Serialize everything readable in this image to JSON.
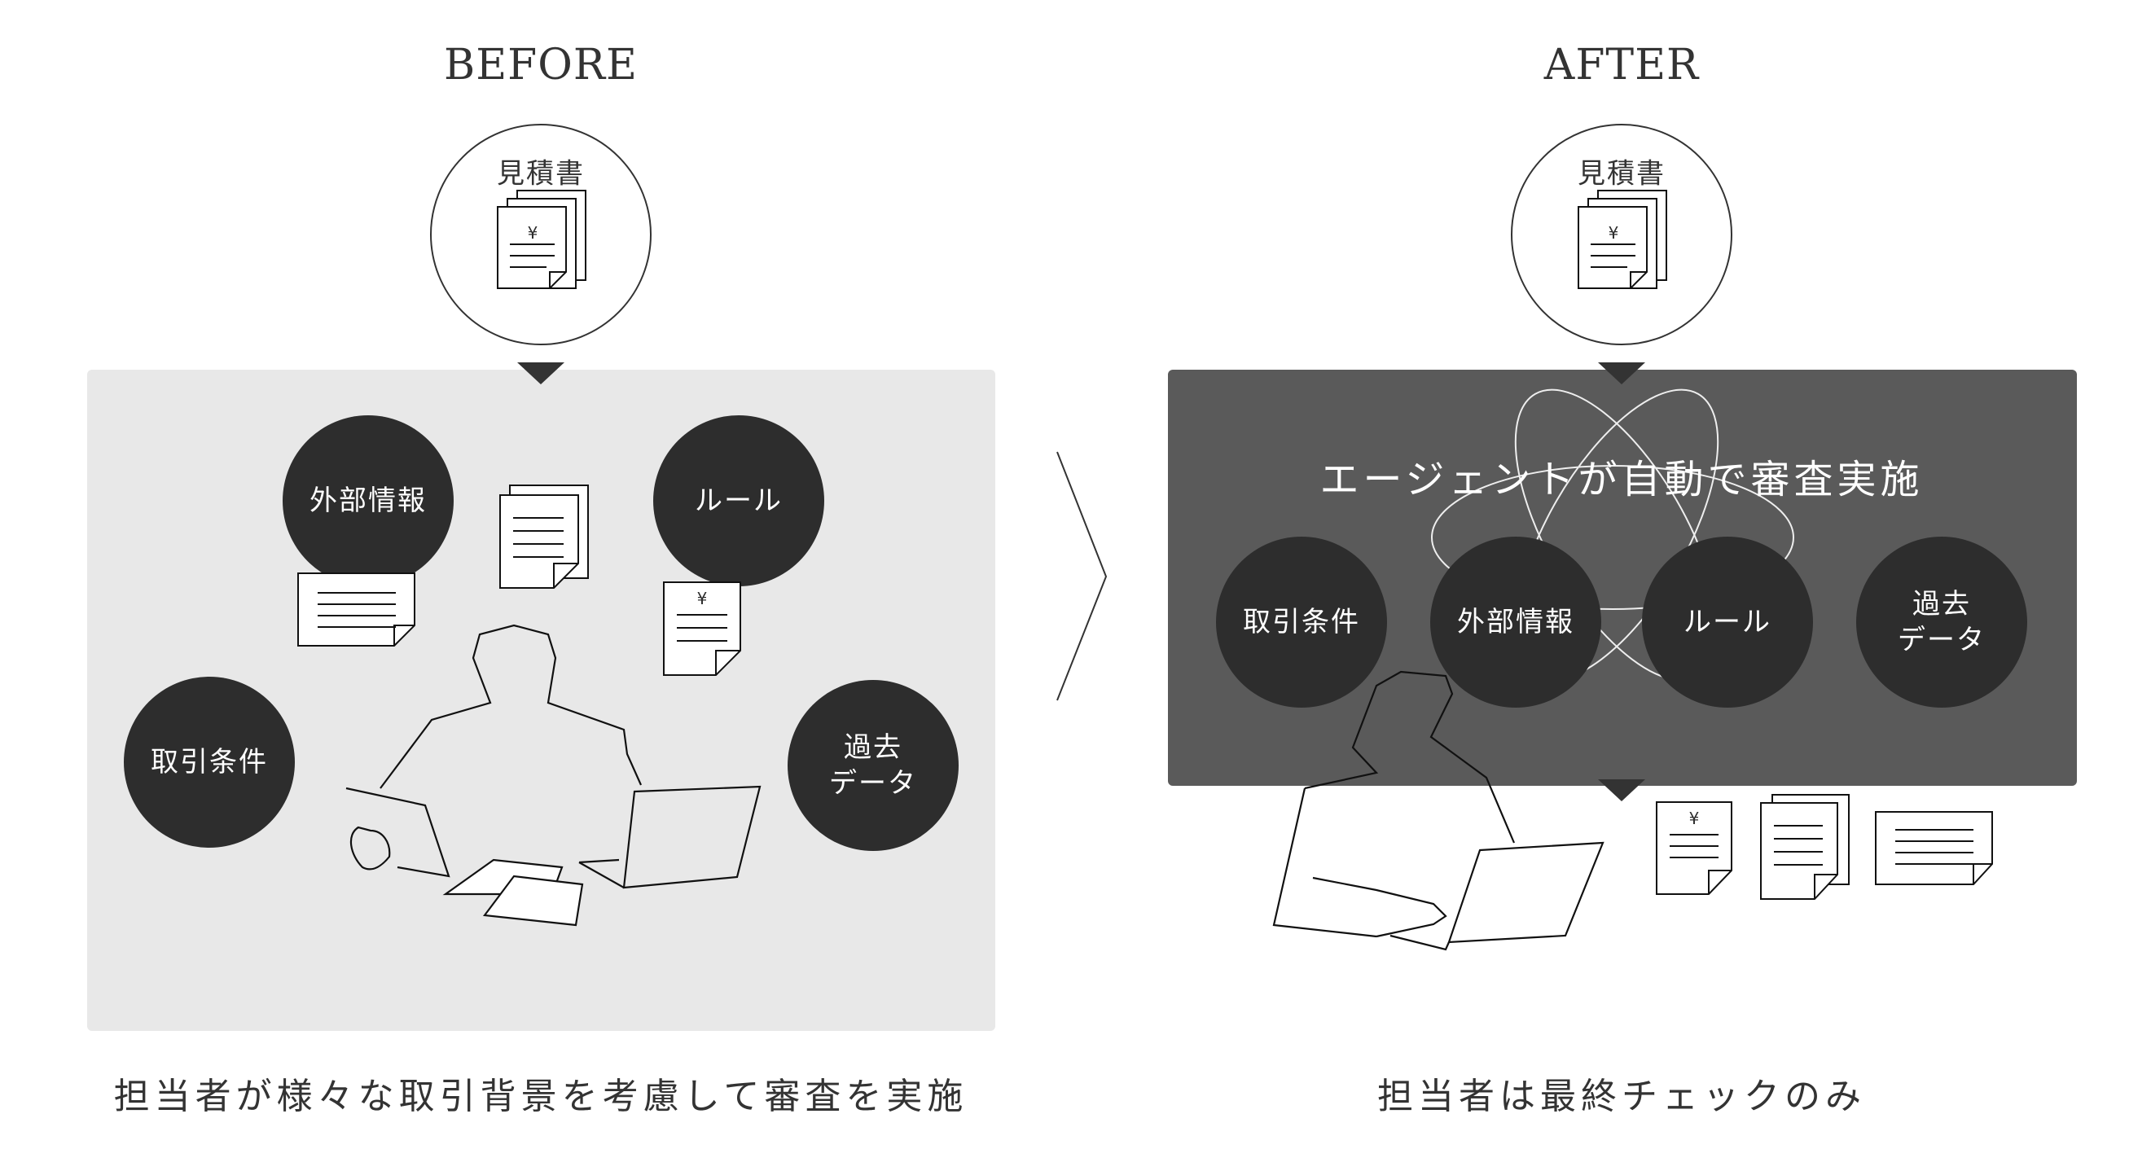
{
  "before": {
    "title": "BEFORE",
    "input_label": "見積書",
    "bubbles": [
      "外部情報",
      "ルール",
      "取引条件",
      "過去\nデータ"
    ],
    "caption": "担当者が様々な取引背景を考慮して審査を実施"
  },
  "after": {
    "title": "AFTER",
    "input_label": "見積書",
    "headline": "エージェントが自動で審査実施",
    "bubbles": [
      "取引条件",
      "外部情報",
      "ルール",
      "過去\nデータ"
    ],
    "caption": "担当者は最終チェックのみ"
  },
  "icons": {
    "yen": "¥"
  },
  "colors": {
    "before_panel": "#e8e8e8",
    "after_panel": "#5a5a5a",
    "bubble": "#2d2d2d"
  }
}
